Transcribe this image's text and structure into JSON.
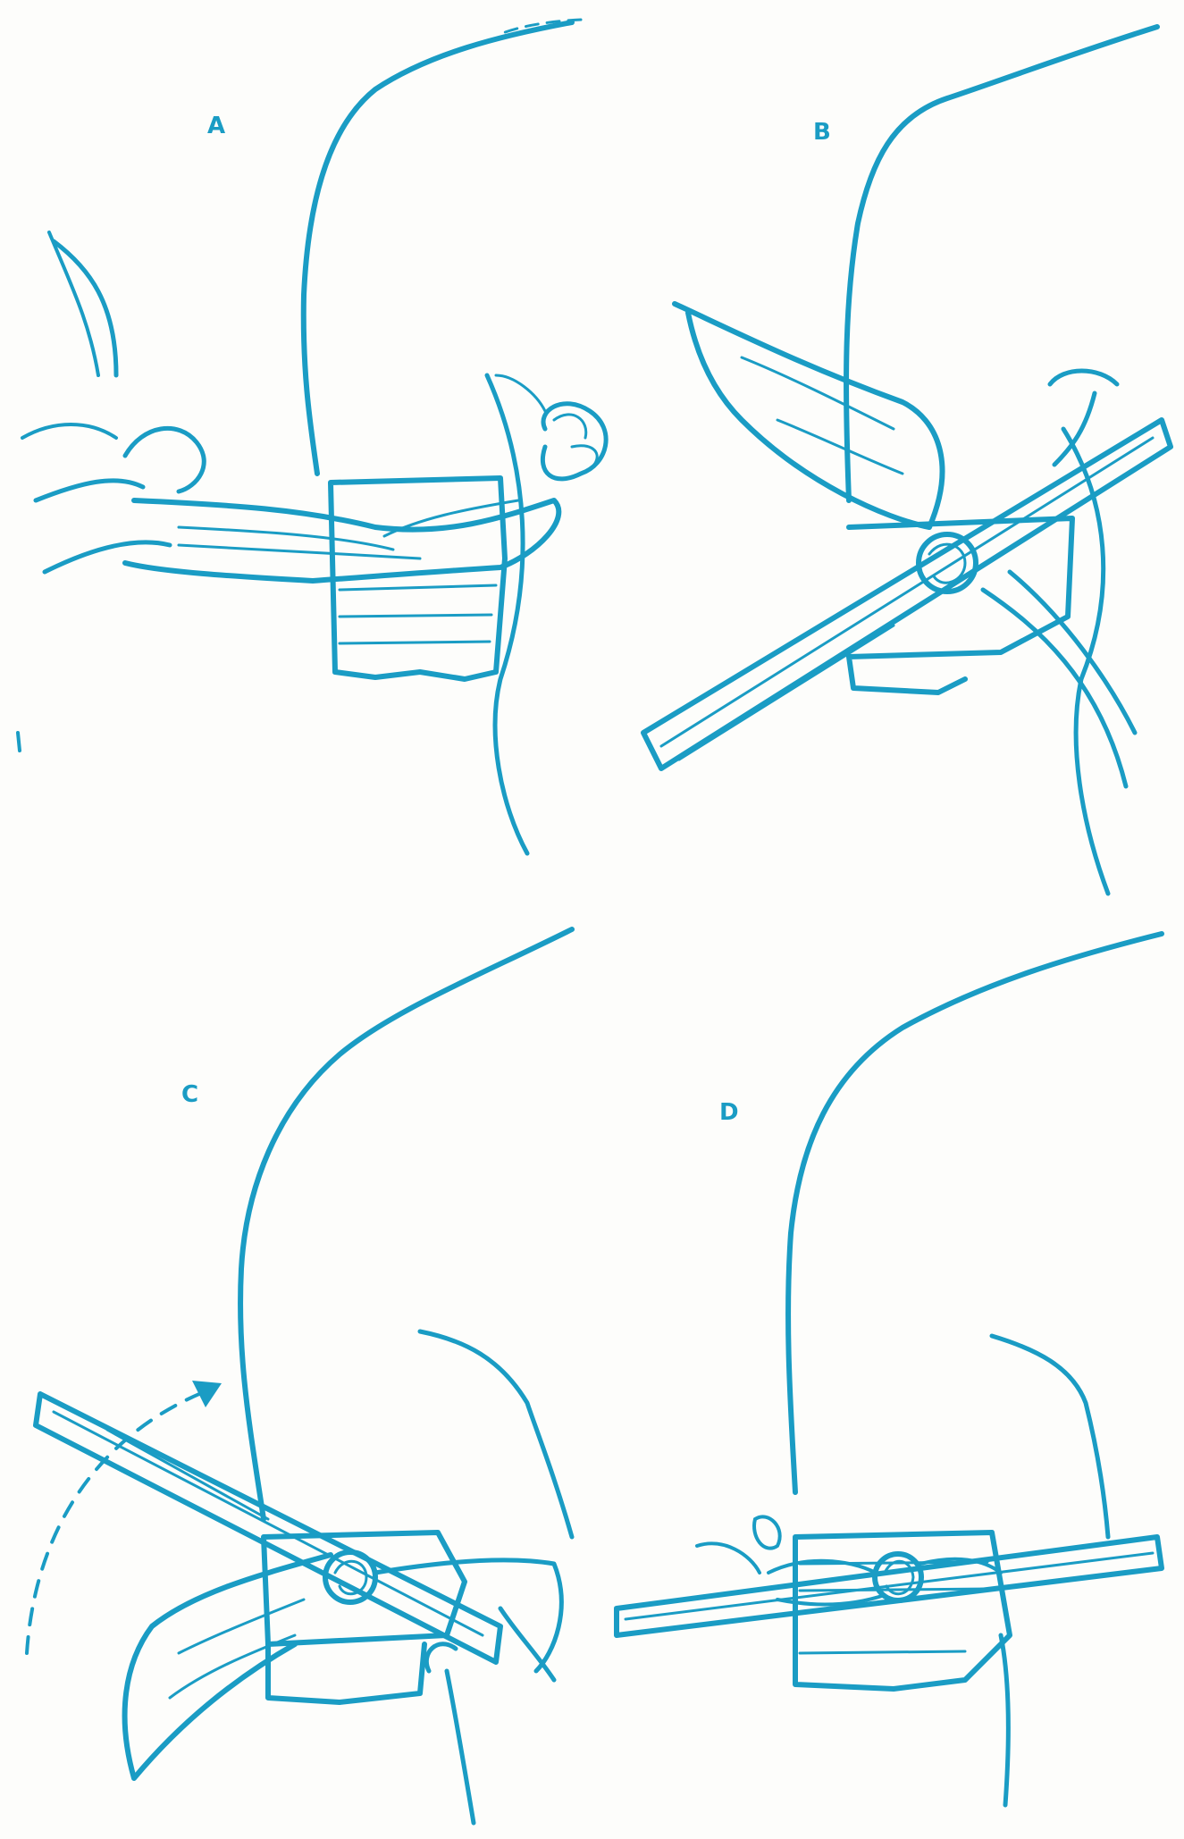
{
  "figure": {
    "ink_color": "#1a9cc4",
    "background": "#fdfdfb",
    "panels": [
      {
        "id": "A",
        "label": "A"
      },
      {
        "id": "B",
        "label": "B"
      },
      {
        "id": "C",
        "label": "C"
      },
      {
        "id": "D",
        "label": "D"
      }
    ]
  }
}
